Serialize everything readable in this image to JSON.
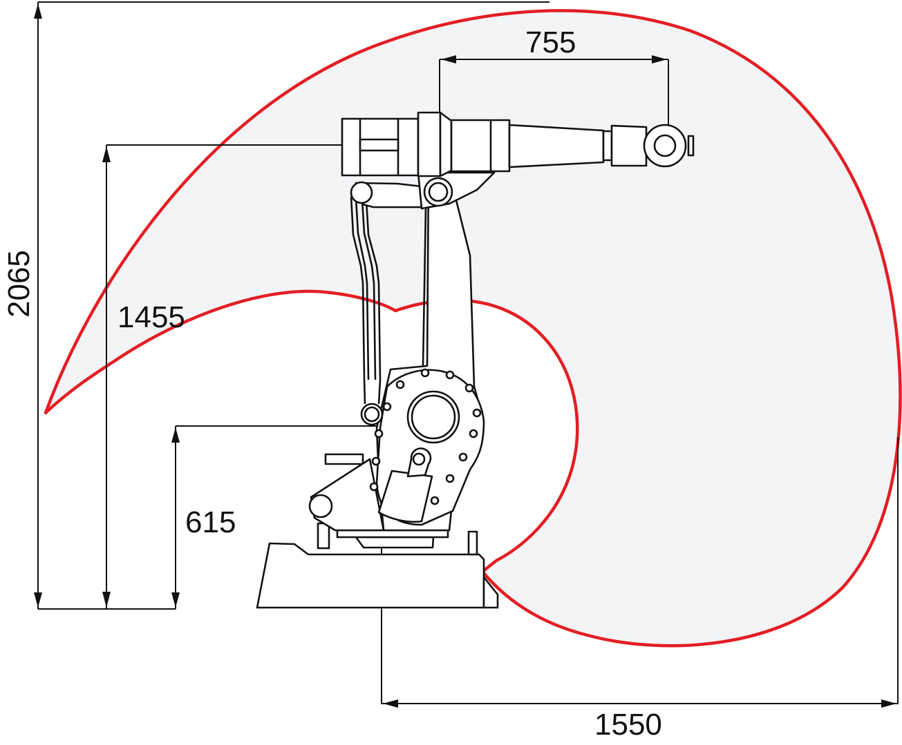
{
  "diagram": {
    "subject": "Industrial robot working range (side view)",
    "colors": {
      "envelope_outline": "#e31e24",
      "envelope_fill": "#f3f4f6",
      "linework": "#111111",
      "background": "#ffffff"
    },
    "dimensions": {
      "total_height": {
        "value": "2065",
        "orientation": "vertical"
      },
      "upper_arm_axis_height": {
        "value": "1455",
        "orientation": "vertical"
      },
      "lower_axis_height": {
        "value": "615",
        "orientation": "vertical"
      },
      "forearm_length": {
        "value": "755",
        "orientation": "horizontal"
      },
      "max_reach": {
        "value": "1550",
        "orientation": "horizontal"
      }
    },
    "components": [
      "work-envelope",
      "base-plate",
      "turret",
      "lower-arm",
      "parallel-rod",
      "counterweight-cylinder",
      "upper-arm-housing",
      "forearm",
      "wrist-flange"
    ]
  }
}
